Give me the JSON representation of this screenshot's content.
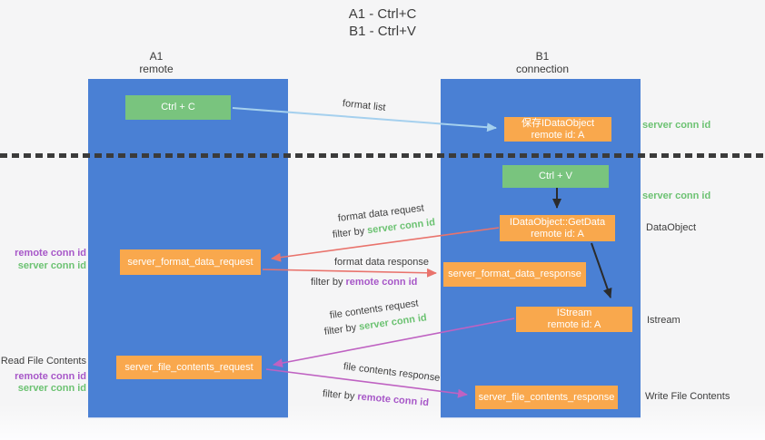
{
  "title": {
    "line1": "A1 - Ctrl+C",
    "line2": "B1 - Ctrl+V"
  },
  "columns": {
    "left": {
      "name": "A1",
      "subtitle": "remote"
    },
    "right": {
      "name": "B1",
      "subtitle": "connection"
    }
  },
  "nodes": {
    "ctrl_c": "Ctrl + C",
    "ctrl_v": "Ctrl + V",
    "save_dataobject": {
      "line1": "保存IDataObject",
      "line2": "remote id: A"
    },
    "getdata": {
      "line1": "IDataObject::GetData",
      "line2": "remote id: A"
    },
    "istream": {
      "line1": "IStream",
      "line2": "remote id: A"
    },
    "format_request": "server_format_data_request",
    "format_response": "server_format_data_response",
    "file_request": "server_file_contents_request",
    "file_response": "server_file_contents_response"
  },
  "side_labels": {
    "server_conn_id": "server conn id",
    "remote_conn_id": "remote conn id",
    "dataobject": "DataObject",
    "istream": "Istream",
    "read_file_contents": "Read File Contents",
    "write_file_contents": "Write File Contents"
  },
  "arrow_labels": {
    "format_list": "format list",
    "format_data_request": "format data request",
    "format_data_response": "format data response",
    "file_contents_request": "file contents request",
    "file_contents_response": "file contents response",
    "filter_by": "filter by",
    "server_conn_id": "server conn id",
    "remote_conn_id": "remote conn id"
  },
  "colors": {
    "panel_blue": "#4a80d4",
    "node_green": "#79c47e",
    "node_orange": "#f9a84d",
    "label_green": "#6cc272",
    "label_purple": "#a757c8",
    "arrow_light_blue": "#a5d0ee",
    "arrow_red": "#e9736c",
    "arrow_magenta": "#bf62c2",
    "arrow_black": "#2b2b2b",
    "text_dark": "#3d3d3d",
    "background": "#f5f5f6"
  }
}
